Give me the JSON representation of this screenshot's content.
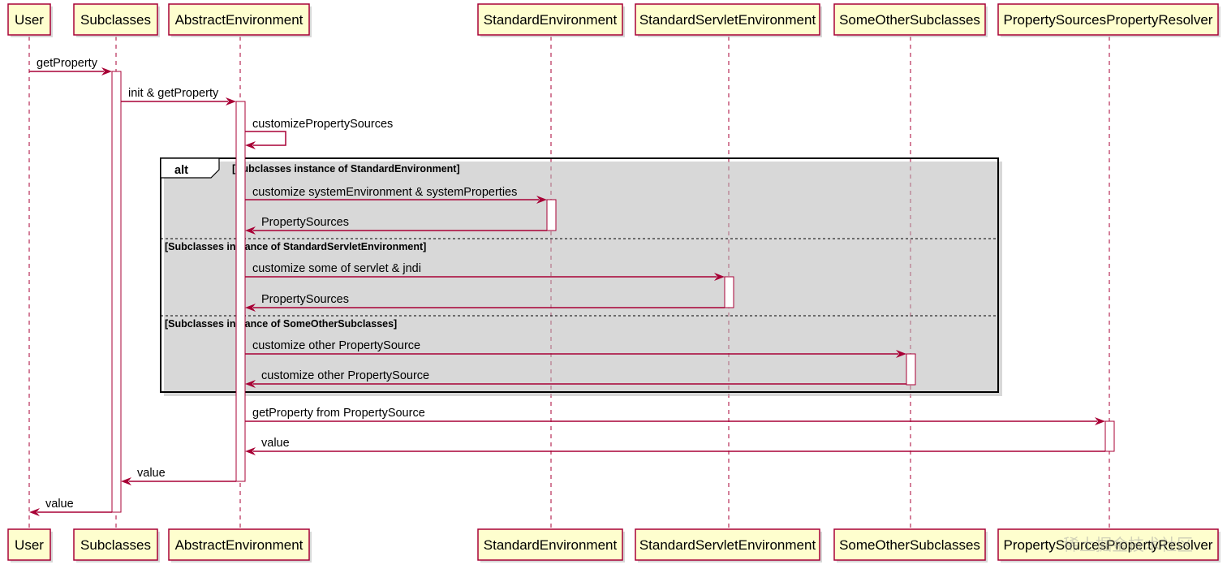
{
  "diagram": {
    "type": "sequence",
    "participants": [
      {
        "id": "user",
        "label": "User"
      },
      {
        "id": "sub",
        "label": "Subclasses"
      },
      {
        "id": "abs",
        "label": "AbstractEnvironment"
      },
      {
        "id": "std",
        "label": "StandardEnvironment"
      },
      {
        "id": "srv",
        "label": "StandardServletEnvironment"
      },
      {
        "id": "oth",
        "label": "SomeOtherSubclasses"
      },
      {
        "id": "res",
        "label": "PropertySourcesPropertyResolver"
      }
    ],
    "messages": [
      {
        "from": "user",
        "to": "sub",
        "label": "getProperty",
        "kind": "sync"
      },
      {
        "from": "sub",
        "to": "abs",
        "label": "init & getProperty",
        "kind": "sync"
      },
      {
        "from": "abs",
        "to": "abs",
        "label": "customizePropertySources",
        "kind": "self"
      },
      {
        "from": "abs",
        "to": "std",
        "label": "customize systemEnvironment & systemProperties",
        "kind": "sync"
      },
      {
        "from": "std",
        "to": "abs",
        "label": "PropertySources",
        "kind": "return"
      },
      {
        "from": "abs",
        "to": "srv",
        "label": "customize some of servlet & jndi",
        "kind": "sync"
      },
      {
        "from": "srv",
        "to": "abs",
        "label": "PropertySources",
        "kind": "return"
      },
      {
        "from": "abs",
        "to": "oth",
        "label": "customize other PropertySource",
        "kind": "sync"
      },
      {
        "from": "oth",
        "to": "abs",
        "label": "customize other PropertySource",
        "kind": "return"
      },
      {
        "from": "abs",
        "to": "res",
        "label": "getProperty from PropertySource",
        "kind": "sync"
      },
      {
        "from": "res",
        "to": "abs",
        "label": "value",
        "kind": "return"
      },
      {
        "from": "abs",
        "to": "sub",
        "label": "value",
        "kind": "return"
      },
      {
        "from": "sub",
        "to": "user",
        "label": "value",
        "kind": "return"
      }
    ],
    "fragment": {
      "keyword": "alt",
      "guards": [
        "[Subclasses instance of StandardEnvironment]",
        "[Subclasses instance of StandardServletEnvironment]",
        "[Subclasses instance of SomeOtherSubclasses]"
      ]
    },
    "colors": {
      "participant_fill": "#FEFECE",
      "line": "#A80036",
      "frame": "#000000"
    }
  },
  "watermark": "稀土掘金技术社区"
}
